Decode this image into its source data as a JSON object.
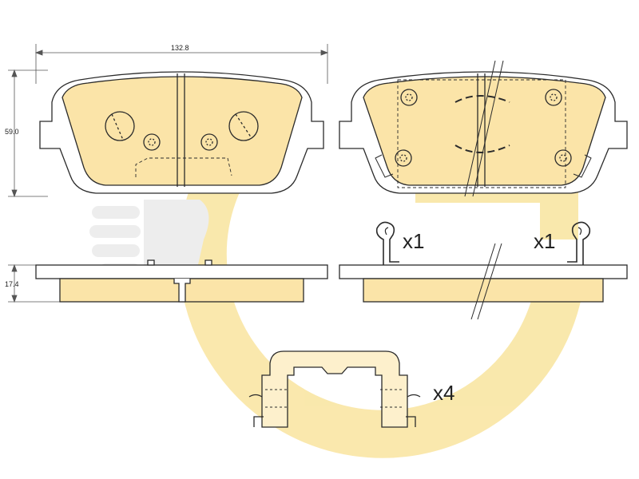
{
  "dimensions": {
    "width_label": "132.8",
    "height_label": "59.0",
    "thickness_label": "17.4"
  },
  "quantities": {
    "clip_left": "x1",
    "clip_right": "x1",
    "spring": "x4"
  },
  "colors": {
    "pad_fill": "#fbe4a8",
    "pad_fill_light": "#fdf0cc",
    "backing_plate": "#ffffff",
    "outline": "#2b2b2b",
    "watermark_yellow": "#f7df8a",
    "watermark_gray": "#e8e8e8"
  }
}
